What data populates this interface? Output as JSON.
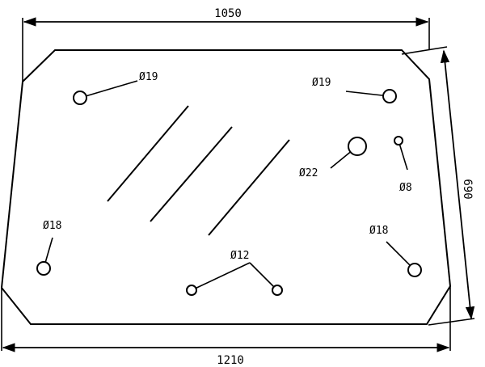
{
  "dimensions": {
    "top_width": "1050",
    "bottom_width": "1210",
    "height": "690"
  },
  "holes": [
    {
      "label": "Ø19"
    },
    {
      "label": "Ø19"
    },
    {
      "label": "Ø22"
    },
    {
      "label": "Ø8"
    },
    {
      "label": "Ø18"
    },
    {
      "label": "Ø18"
    },
    {
      "label": "Ø12"
    }
  ]
}
